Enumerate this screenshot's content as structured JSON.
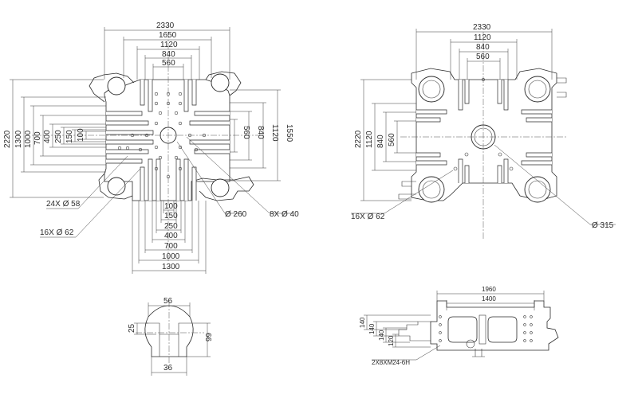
{
  "views": {
    "top_left": {
      "dims_top": [
        "2330",
        "1650",
        "1120",
        "840",
        "560"
      ],
      "dims_left": [
        "2220",
        "1300",
        "1000",
        "700",
        "400",
        "250",
        "150",
        "100"
      ],
      "dims_right": [
        "560",
        "840",
        "1120",
        "1550"
      ],
      "dims_bottom": [
        "100",
        "150",
        "250",
        "400",
        "700",
        "1000",
        "1300"
      ],
      "callout_holes": "24X Ø 58",
      "callout_slots": "16X Ø 62",
      "callout_center": "Ø 260",
      "callout_corner": "8X Ø 40"
    },
    "top_right": {
      "dims_top": [
        "2330",
        "1120",
        "840",
        "560"
      ],
      "dims_left": [
        "2220",
        "1120",
        "840",
        "560"
      ],
      "callout_slots": "16X Ø 62",
      "callout_center": "Ø 315"
    },
    "detail_slot": {
      "dim_top": "56",
      "dim_left": "25",
      "dim_right": "66",
      "dim_bottom": "36"
    },
    "side_section": {
      "dim_outer": "1960",
      "dim_inner": "1400",
      "dims_left": [
        "140",
        "140",
        "140",
        "120"
      ],
      "thread_note": "2X8XM24-6H"
    }
  }
}
